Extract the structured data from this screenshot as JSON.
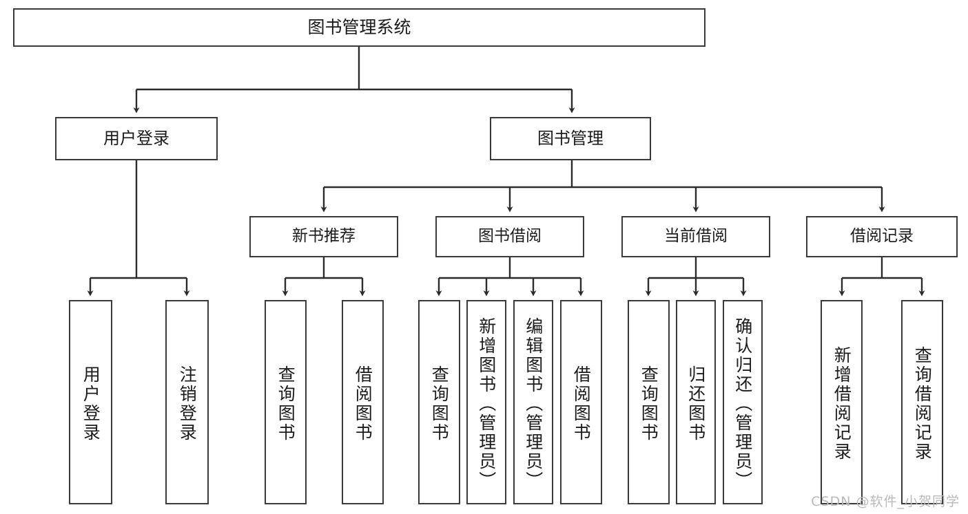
{
  "diagram": {
    "title": "图书管理系统",
    "watermark": "CSDN @软件_小贺同学",
    "colors": {
      "box_border": "#3a3a3a",
      "box_fill": "#ffffff",
      "edge": "#2b2b2b",
      "text": "#1b1b1b",
      "watermark": "#b9b9b9"
    },
    "root": {
      "label": "图书管理系统"
    },
    "level1": [
      {
        "label": "用户登录"
      },
      {
        "label": "图书管理"
      }
    ],
    "level2": [
      {
        "label": "新书推荐"
      },
      {
        "label": "图书借阅"
      },
      {
        "label": "当前借阅"
      },
      {
        "label": "借阅记录"
      }
    ],
    "leaves": {
      "user_login": [
        {
          "label": "用户登录"
        },
        {
          "label": "注销登录"
        }
      ],
      "new_book_recommend": [
        {
          "label": "查询图书"
        },
        {
          "label": "借阅图书"
        }
      ],
      "book_borrow": [
        {
          "label": "查询图书"
        },
        {
          "label": "新增图书（管理员）"
        },
        {
          "label": "编辑图书（管理员）"
        },
        {
          "label": "借阅图书"
        }
      ],
      "current_borrow": [
        {
          "label": "查询图书"
        },
        {
          "label": "归还图书"
        },
        {
          "label": "确认归还（管理员）"
        }
      ],
      "borrow_record": [
        {
          "label": "新增借阅记录"
        },
        {
          "label": "查询借阅记录"
        }
      ]
    }
  }
}
